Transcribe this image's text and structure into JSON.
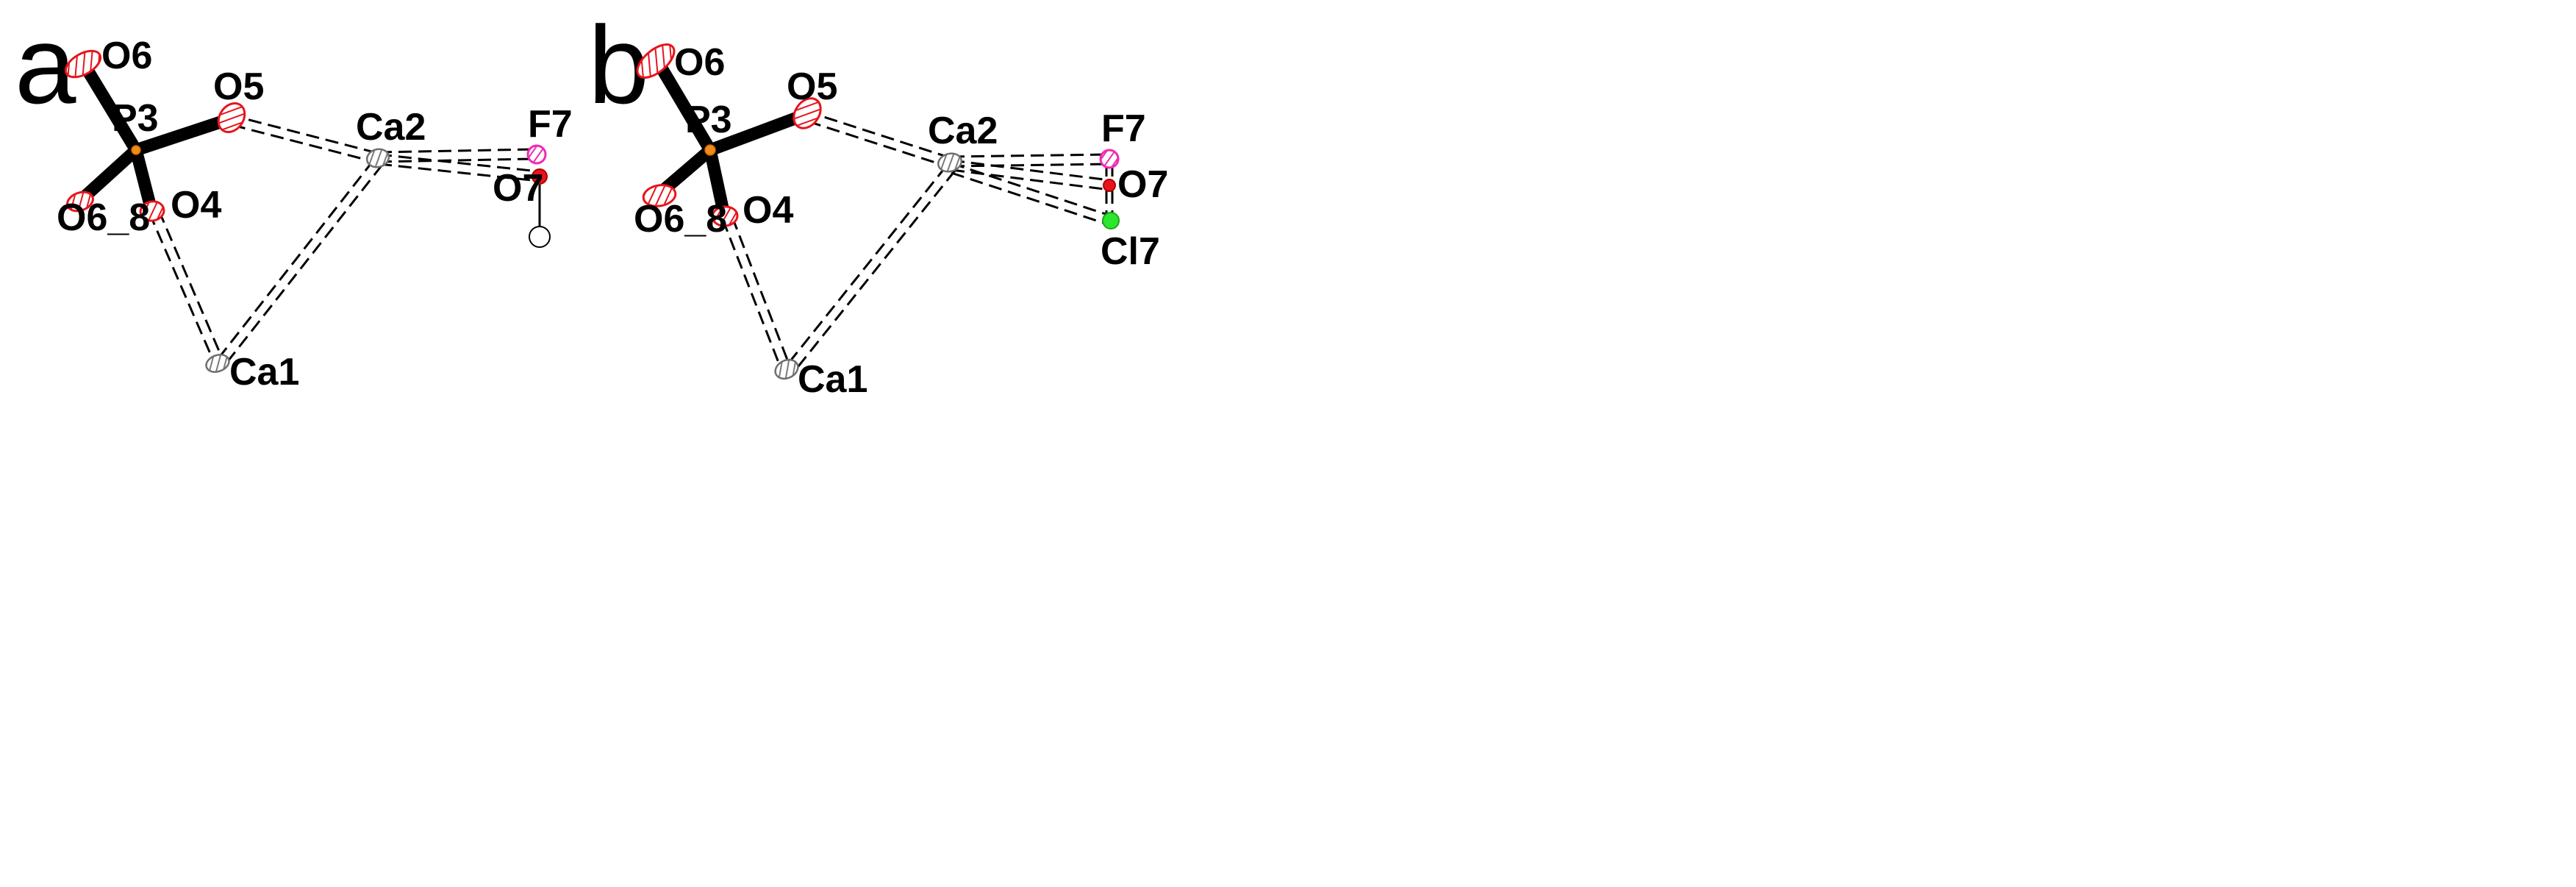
{
  "panels": [
    {
      "letter": "a",
      "atoms": {
        "O6": "O6",
        "P3": "P3",
        "O5": "O5",
        "Ca2": "Ca2",
        "F7": "F7",
        "O7": "O7",
        "O6_8": "O6_8",
        "O4": "O4",
        "Ca1": "Ca1"
      }
    },
    {
      "letter": "b",
      "atoms": {
        "O6": "O6",
        "P3": "P3",
        "O5": "O5",
        "Ca2": "Ca2",
        "F7": "F7",
        "O7": "O7",
        "O6_8": "O6_8",
        "O4": "O4",
        "Ca1": "Ca1",
        "Cl7": "Cl7"
      }
    }
  ],
  "colors": {
    "oxygen": "#e8141c",
    "phosphorus": "#f28a1a",
    "calcium": "#9a9a9a",
    "fluorine": "#ee2ab4",
    "chlorine": "#2ee62e",
    "bond": "#000000"
  }
}
